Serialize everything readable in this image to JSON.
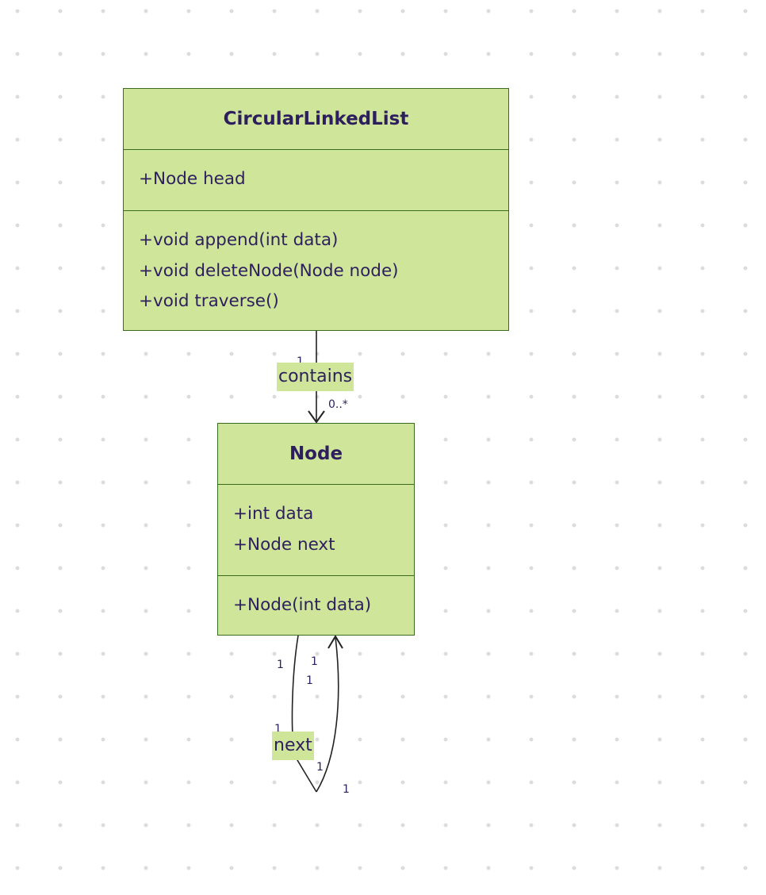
{
  "classes": {
    "circular_linked_list": {
      "name": "CircularLinkedList",
      "attributes": [
        "+Node head"
      ],
      "methods": [
        "+void append(int data)",
        "+void deleteNode(Node node)",
        "+void traverse()"
      ]
    },
    "node": {
      "name": "Node",
      "attributes": [
        "+int data",
        "+Node next"
      ],
      "methods": [
        "+Node(int data)"
      ]
    }
  },
  "relations": {
    "contains": {
      "label": "contains",
      "from_mult": "1",
      "to_mult": "0..*"
    },
    "next": {
      "label": "next",
      "mult_a": "1",
      "mult_b": "1",
      "mult_c": "1",
      "mult_d": "1",
      "mult_e": "1",
      "mult_f": "1"
    }
  },
  "colors": {
    "class_fill": "#cfe59a",
    "class_border": "#3a6b1e",
    "text": "#2d1f5e",
    "edge": "#222222"
  }
}
